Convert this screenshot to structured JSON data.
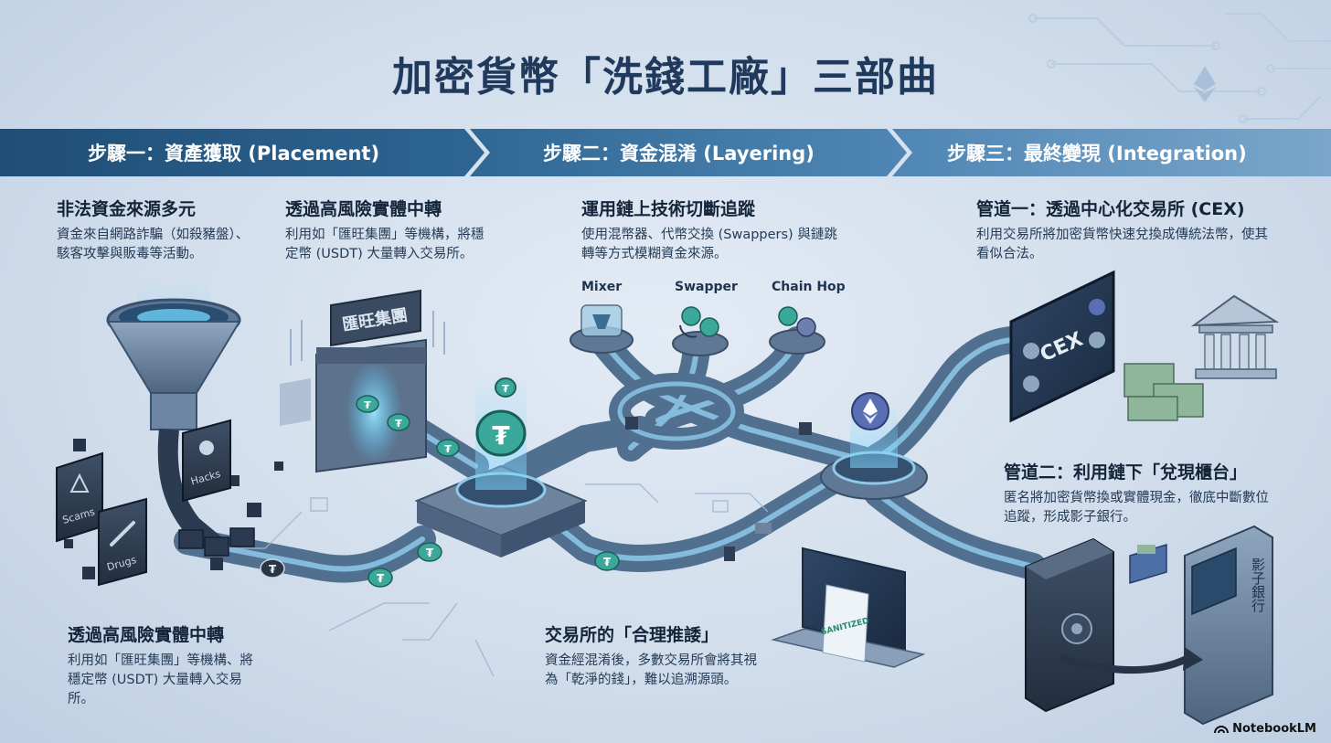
{
  "title": "加密貨幣「洗錢工廠」三部曲",
  "colors": {
    "primary": "#1f3a5c",
    "bar_dark": "#25567f",
    "bar_light": "#5b8db8",
    "path": "#5f7f9f",
    "glow": "#4fc3f7",
    "coin": "#3aa89a"
  },
  "steps": [
    {
      "label": "步驟一：資產獲取 (Placement)"
    },
    {
      "label": "步驟二：資金混淆 (Layering)"
    },
    {
      "label": "步驟三：最終變現 (Integration)"
    }
  ],
  "blocks": {
    "sources": {
      "heading": "非法資金來源多元",
      "body": "資金來自網路詐騙（如殺豬盤）、駭客攻擊與販毒等活動。"
    },
    "relay_top": {
      "heading": "透過高風險實體中轉",
      "body": "利用如「匯旺集團」等機構，將穩定幣 (USDT) 大量轉入交易所。"
    },
    "relay_bottom": {
      "heading": "透過高風險實體中轉",
      "body": "利用如「匯旺集團」等機構、將穩定幣 (USDT) 大量轉入交易所。"
    },
    "onchain": {
      "heading": "運用鏈上技術切斷追蹤",
      "body": "使用混幣器、代幣交換 (Swappers) 與鏈跳轉等方式模糊資金來源。"
    },
    "exchange": {
      "heading": "交易所的「合理推諉」",
      "body": "資金經混淆後，多數交易所會將其視為「乾淨的錢」，難以追溯源頭。"
    },
    "channel1": {
      "heading": "管道一：透過中心化交易所 (CEX)",
      "body": "利用交易所將加密貨幣快速兌換成傳統法幣，使其看似合法。"
    },
    "channel2": {
      "heading": "管道二：利用鏈下「兌現櫃台」",
      "body": "匿名將加密貨幣換或實體現金，徹底中斷數位追蹤，形成影子銀行。"
    }
  },
  "nodes": {
    "mixer": "Mixer",
    "swapper": "Swapper",
    "chainhop": "Chain Hop"
  },
  "illustration_labels": {
    "gate_sign": "匯旺集團",
    "scams": "Scams",
    "hacks": "Hacks",
    "drugs": "Drugs",
    "cex": "CEX",
    "receipt_stamp": "SANITIZED",
    "atm_sign": "影子銀行"
  },
  "icons": [
    "funnel-icon",
    "gate-icon",
    "tether-coin-icon",
    "mixer-icon",
    "swapper-icon",
    "chainhop-icon",
    "ethereum-icon",
    "cex-screen-icon",
    "bank-icon",
    "cash-stack-icon",
    "safe-icon",
    "atm-icon",
    "wallet-icon",
    "laptop-icon",
    "circuit-icon"
  ],
  "brand": "NotebookLM"
}
